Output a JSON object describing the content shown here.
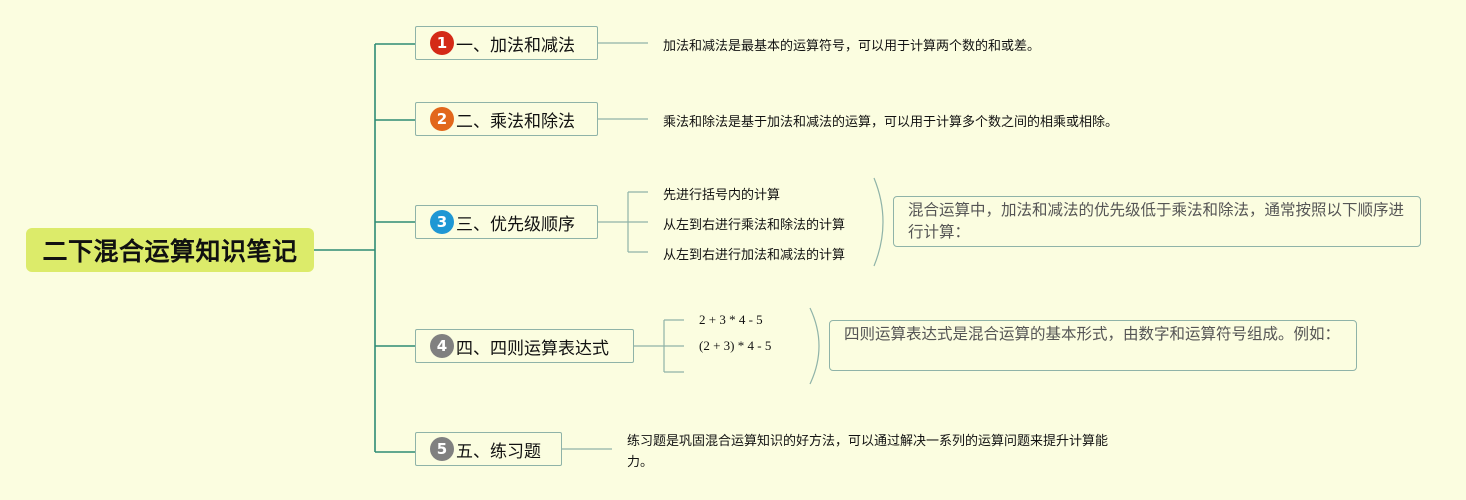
{
  "root": {
    "title": "二下混合运算知识笔记"
  },
  "colors": {
    "background": "#fbfde0",
    "root_fill": "#dceb6a",
    "connector": "#2e8b74",
    "node_border": "#8fb3a8"
  },
  "topics": [
    {
      "number": "1",
      "badge_color": "#d42a17",
      "label": "一、加法和减法",
      "note": "加法和减法是最基本的运算符号，可以用于计算两个数的和或差。"
    },
    {
      "number": "2",
      "badge_color": "#e2671b",
      "label": "二、乘法和除法",
      "note": "乘法和除法是基于加法和减法的运算，可以用于计算多个数之间的相乘或相除。"
    },
    {
      "number": "3",
      "badge_color": "#1e97d4",
      "label": "三、优先级顺序",
      "items": [
        "先进行括号内的计算",
        "从左到右进行乘法和除法的计算",
        "从左到右进行加法和减法的计算"
      ],
      "summary": "混合运算中，加法和减法的优先级低于乘法和除法，通常按照以下顺序进行计算："
    },
    {
      "number": "4",
      "badge_color": "#808080",
      "label": "四、四则运算表达式",
      "items": [
        "2 + 3 * 4 - 5",
        "(2 + 3) * 4 - 5",
        ""
      ],
      "summary": "四则运算表达式是混合运算的基本形式，由数字和运算符号组成。例如："
    },
    {
      "number": "5",
      "badge_color": "#808080",
      "label": "五、练习题",
      "note": "练习题是巩固混合运算知识的好方法，可以通过解决一系列的运算问题来提升计算能力。"
    }
  ]
}
